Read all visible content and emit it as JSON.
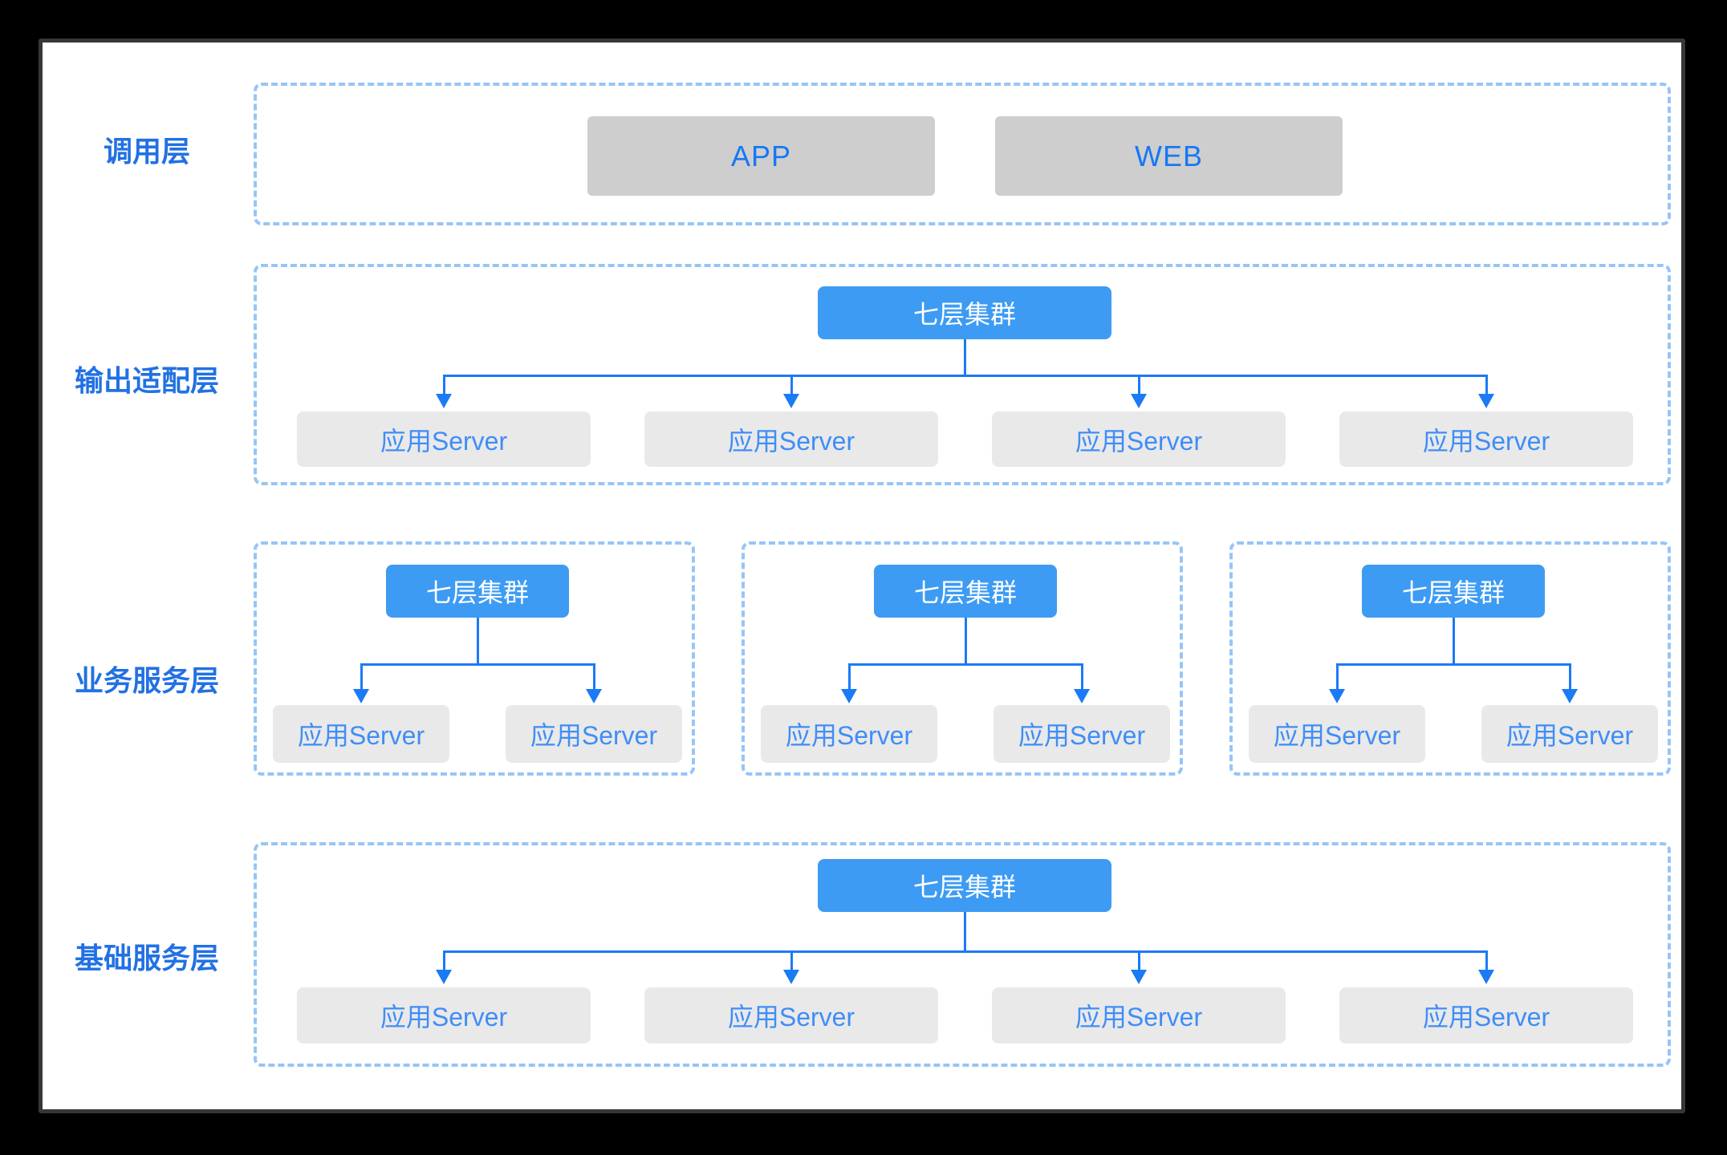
{
  "colors": {
    "background": "#000000",
    "panel_bg": "#ffffff",
    "panel_border": "#37373a",
    "section_dash": "#97c5f6",
    "cluster_fill": "#3d9bf3",
    "cluster_text": "#ffffff",
    "client_fill": "#cecece",
    "client_text": "#1677f6",
    "server_fill": "#e9e9e9",
    "server_text": "#3f8df7",
    "label_text": "#2271e3",
    "connector": "#1b7af5"
  },
  "layers": [
    {
      "id": "call",
      "label": "调用层",
      "nodes": [
        {
          "label": "APP"
        },
        {
          "label": "WEB"
        }
      ]
    },
    {
      "id": "adapter",
      "label": "输出适配层",
      "cluster": "七层集群",
      "servers": [
        "应用Server",
        "应用Server",
        "应用Server",
        "应用Server"
      ]
    },
    {
      "id": "business",
      "label": "业务服务层",
      "groups": [
        {
          "cluster": "七层集群",
          "servers": [
            "应用Server",
            "应用Server"
          ]
        },
        {
          "cluster": "七层集群",
          "servers": [
            "应用Server",
            "应用Server"
          ]
        },
        {
          "cluster": "七层集群",
          "servers": [
            "应用Server",
            "应用Server"
          ]
        }
      ]
    },
    {
      "id": "base",
      "label": "基础服务层",
      "cluster": "七层集群",
      "servers": [
        "应用Server",
        "应用Server",
        "应用Server",
        "应用Server"
      ]
    }
  ]
}
